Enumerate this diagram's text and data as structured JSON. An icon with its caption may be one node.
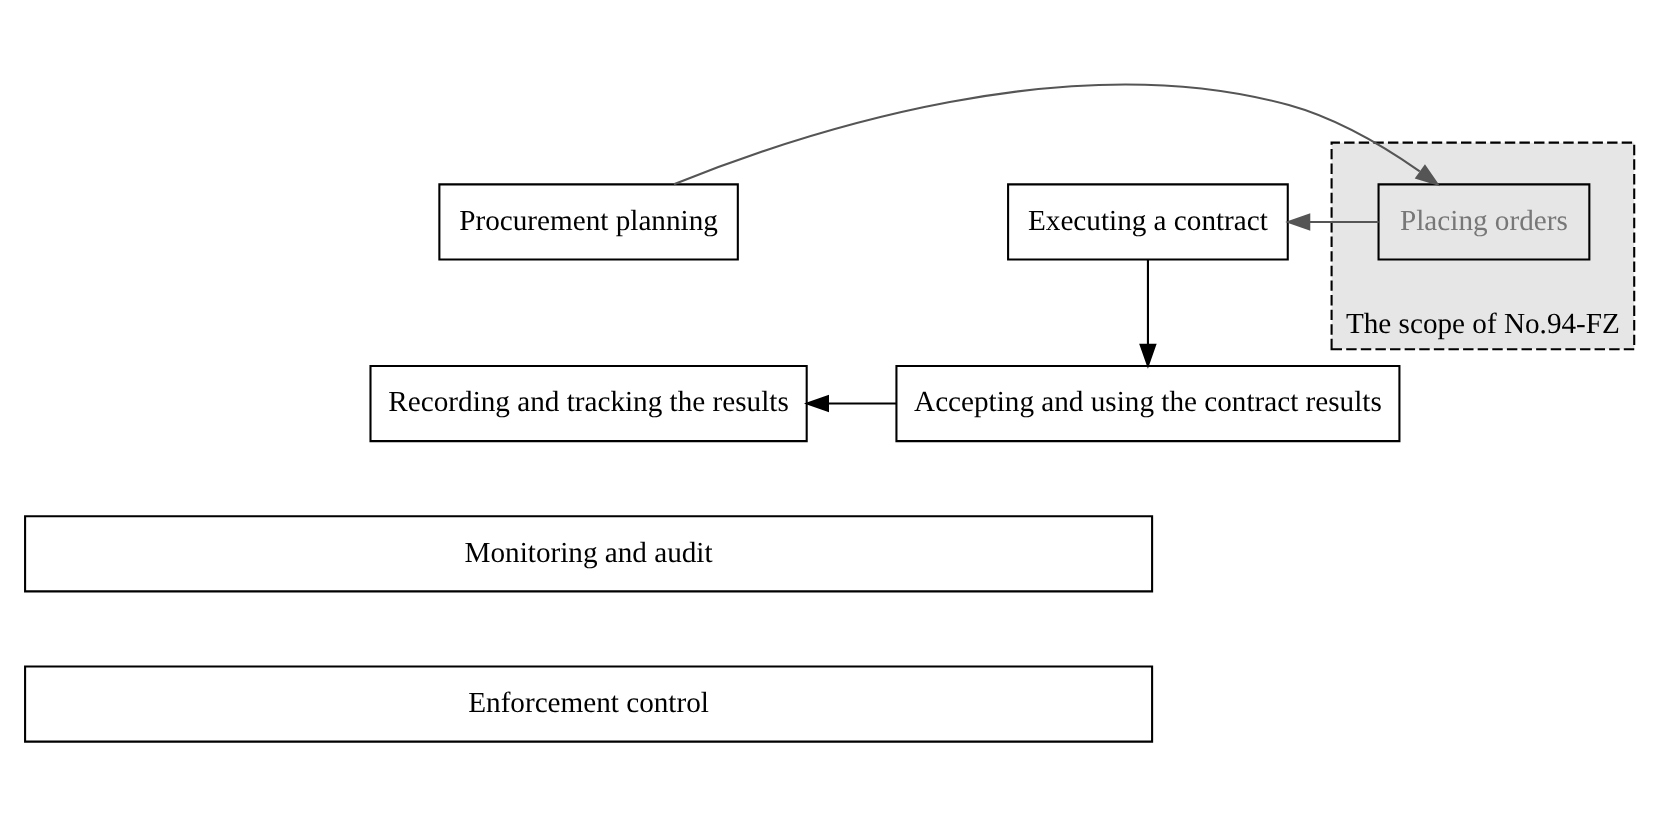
{
  "diagram": {
    "nodes": [
      {
        "text": [
          "Procurement planning"
        ]
      },
      {
        "text": [
          "The scope of No.94-FZ"
        ]
      },
      {
        "text": [
          "Placing orders"
        ],
        "in": 1
      },
      {
        "text": [
          "Executing a contract"
        ]
      },
      {
        "text": [
          "Recording and tracking the results"
        ]
      },
      {
        "text": [
          "Accepting and using the contract results"
        ]
      },
      {
        "text": [
          "Monitoring and audit"
        ]
      },
      {
        "text": [
          "Enforcement control"
        ]
      }
    ],
    "edges": [
      {
        "from": 0,
        "to": 2,
        "arrow": "to",
        "color": "#555555"
      },
      {
        "from": 2,
        "to": 3,
        "arrow": "to",
        "color": "#555555"
      },
      {
        "from": 3,
        "to": 5,
        "arrow": "to"
      },
      {
        "from": 5,
        "to": 4,
        "arrow": "to"
      }
    ]
  }
}
